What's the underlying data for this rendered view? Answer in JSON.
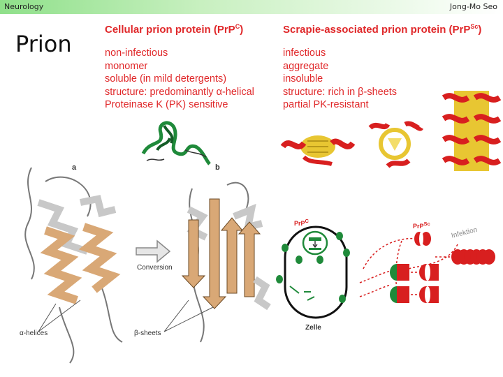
{
  "header": {
    "left": "Neurology",
    "right": "Jong-Mo Seo"
  },
  "slide": {
    "title": "Prion"
  },
  "cellular": {
    "title": "Cellular prion protein (PrP",
    "title_sup": "C",
    "title_end": ")",
    "items": [
      "non-infectious",
      "monomer",
      "soluble (in mild detergents)",
      "structure: predominantly α-helical",
      "Proteinase K (PK) sensitive"
    ]
  },
  "scrapie": {
    "title": "Scrapie-associated prion protein (PrP",
    "title_sup": "Sc",
    "title_end": ")",
    "items": [
      "infectious",
      "aggregate",
      "insoluble",
      "structure: rich in β-sheets",
      "partial PK-resistant"
    ]
  },
  "figure_left": {
    "label_a": "a",
    "label_b": "b",
    "arrow_label": "Conversion",
    "label_helices": "α-helices",
    "label_sheets": "β-sheets"
  },
  "figure_right": {
    "cell_label": "PrP",
    "cell_label_sup": "C",
    "zelle": "Zelle",
    "prpsc_label": "PrP",
    "prpsc_label_sup": "Sc",
    "infektion": "Infektion"
  },
  "colors": {
    "accent": "#e0282a",
    "header_green": "#8fe08a",
    "helix_tan": "#d9a876",
    "prpsc_red": "#d81f1f",
    "prpc_green": "#1f8a3a"
  }
}
